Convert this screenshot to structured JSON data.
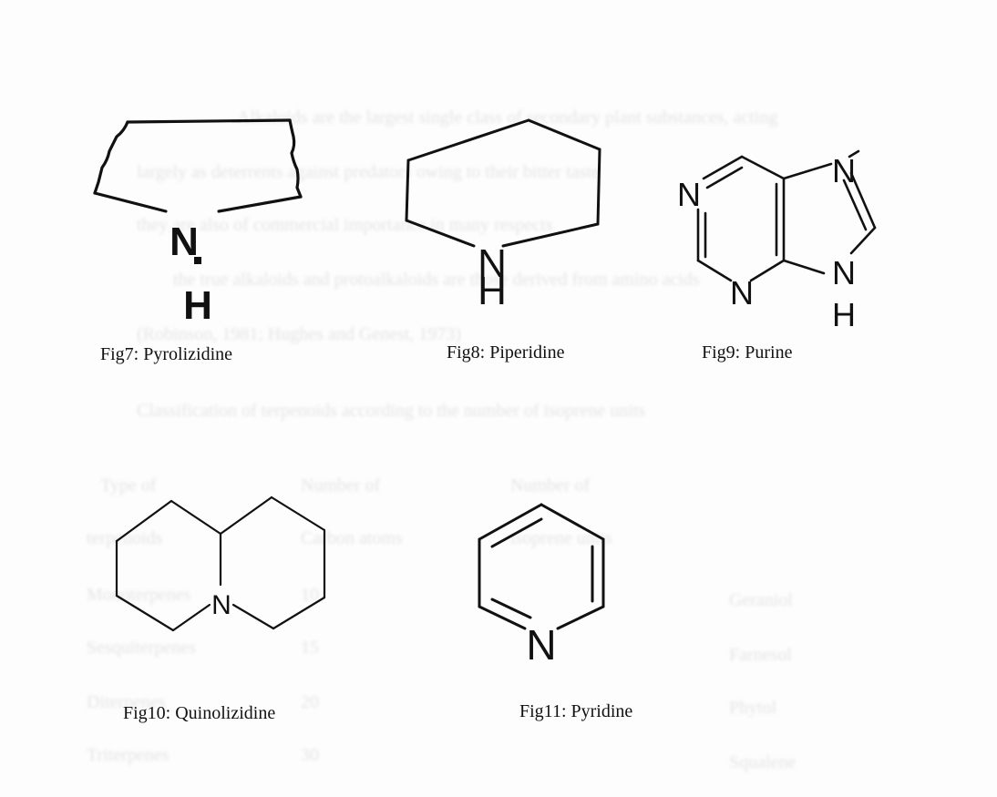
{
  "background_text": {
    "line1": "Alkaloids are the largest single class of secondary plant substances, acting",
    "line2": "largely as deterrents against predators owing to their bitter taste",
    "line3": "they are also of commercial importance in many respects",
    "line4": "the true alkaloids and protoalkaloids are those derived from amino acids",
    "line5": "(Robinson, 1981; Hughes and Genest, 1973)",
    "line6": "Classification of terpenoids according to the number of isoprene units",
    "table_headers": [
      "Type of",
      "Number of",
      "Number of"
    ],
    "table_subheaders": [
      "terpenoids",
      "Carbon atoms",
      "isoprene units"
    ],
    "table_rows": [
      {
        "type": "Monoterpenes",
        "carbons": "10",
        "example": "Geraniol"
      },
      {
        "type": "Sesquiterpenes",
        "carbons": "15",
        "example": "Farnesol"
      },
      {
        "type": "Diterpenes",
        "carbons": "20",
        "example": "Phytol"
      },
      {
        "type": "Triterpenes",
        "carbons": "30",
        "example": "Squalene"
      }
    ]
  },
  "figures": [
    {
      "caption": "Fig7: Pyrolizidine",
      "atom_top": "N",
      "atom_bottom": "H"
    },
    {
      "caption": "Fig8: Piperidine",
      "atom_top": "N",
      "atom_bottom": "H"
    },
    {
      "caption": "Fig9: Purine",
      "atom_n1": "N",
      "atom_n3": "N",
      "atom_n7": "N",
      "atom_n9": "N",
      "atom_h9": "H"
    },
    {
      "caption": "Fig10: Quinolizidine",
      "atom_n": "N"
    },
    {
      "caption": "Fig11: Pyridine",
      "atom_n": "N"
    }
  ],
  "colors": {
    "ink": "#111111",
    "ghost_text": "#cfcfcf"
  }
}
